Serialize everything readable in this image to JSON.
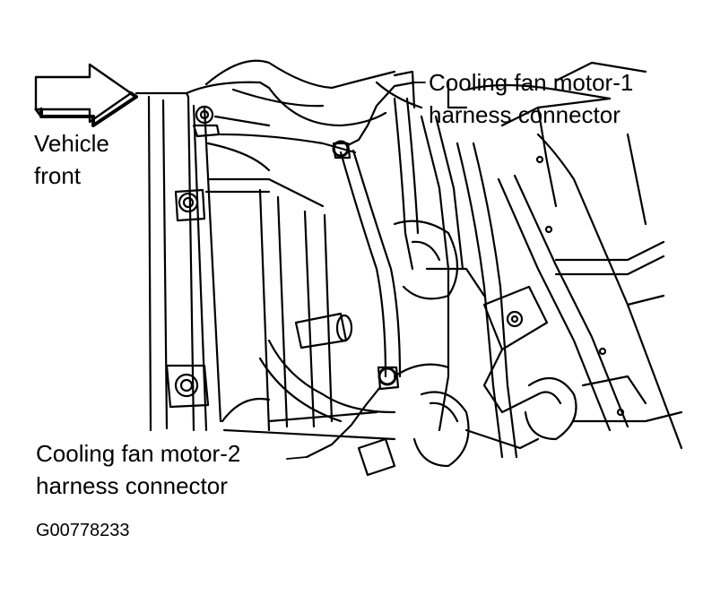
{
  "labels": {
    "vehicle_front_line1": "Vehicle",
    "vehicle_front_line2": "front",
    "motor1_line1": "Cooling fan motor-1",
    "motor1_line2": "harness connector",
    "motor2_line1": "Cooling fan motor-2",
    "motor2_line2": "harness connector",
    "figure_id": "G00778233"
  },
  "icons": {
    "direction_arrow": "right-arrow-icon"
  }
}
